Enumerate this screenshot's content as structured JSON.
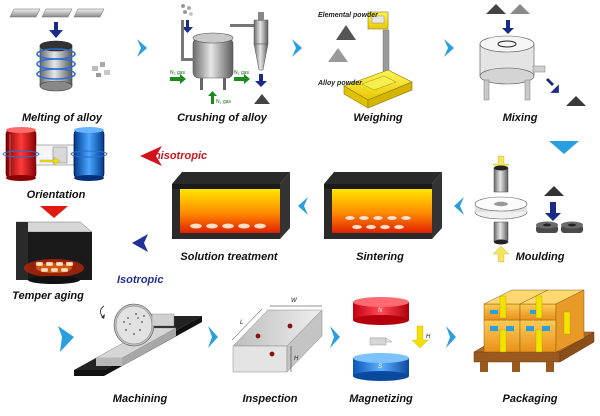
{
  "steps": {
    "melting": "Melting of alloy",
    "crushing": "Crushing of alloy",
    "weighing": "Weighing",
    "mixing": "Mixing",
    "orientation": "Orientation",
    "solution": "Solution treatment",
    "sintering": "Sintering",
    "moulding": "Moulding",
    "temper": "Temper aging",
    "machining": "Machining",
    "inspection": "Inspection",
    "magnetizing": "Magnetizing",
    "packaging": "Packaging"
  },
  "weighing_labels": {
    "elemental": "Elemental powder",
    "alloy": "Alloy powder"
  },
  "gas_labels": {
    "left": "N₂ gas",
    "right": "N₂ gas",
    "bottom": "N₂ gas"
  },
  "branch_labels": {
    "anisotropic": "Anisotropic",
    "isotropic": "Isotropic"
  },
  "symbols": {
    "field": "H",
    "north": "N",
    "south": "S",
    "inspect_w": "W",
    "inspect_l": "L",
    "inspect_h": "H",
    "magnet_h": "H"
  },
  "colors": {
    "arrow_blue": "#2a9fe0",
    "anisotropic": "#d0141e",
    "isotropic": "#22309a",
    "furnace_glow": "#ff5a00",
    "magnet_n": "#e01a2a",
    "magnet_s": "#1f6fd6"
  }
}
